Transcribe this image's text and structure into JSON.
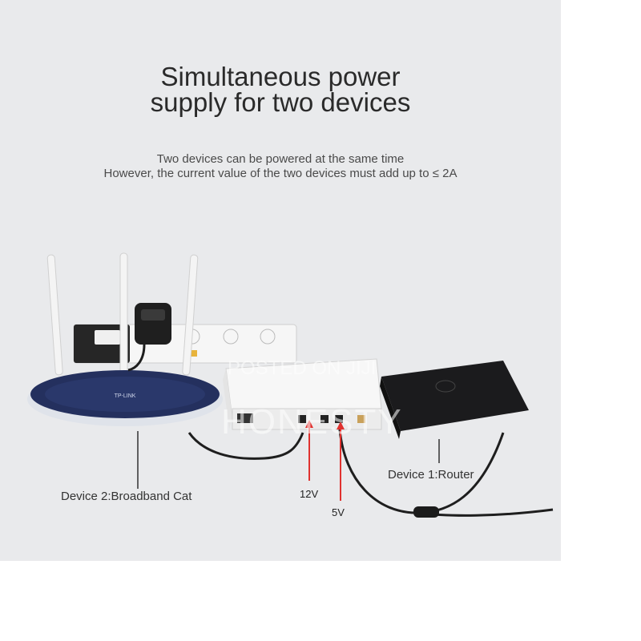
{
  "title": {
    "line1": "Simultaneous power",
    "line2": "supply for two devices"
  },
  "subtitle": {
    "line1": "Two devices can be powered at the same time",
    "line2": "However, the current value of the two devices must add up to ≤ 2A"
  },
  "labels": {
    "device2": "Device 2:Broadband Cat",
    "device1": "Device 1:Router",
    "voltage_12": "12V",
    "voltage_5": "5V"
  },
  "watermark": {
    "line1": "POSTED ON JIJI",
    "line2": "HONESTY"
  },
  "colors": {
    "panel_bg": "#e9eaec",
    "arrow_red": "#e0322f",
    "router_body": "#1b1b1d",
    "modem_top": "#24305e"
  }
}
